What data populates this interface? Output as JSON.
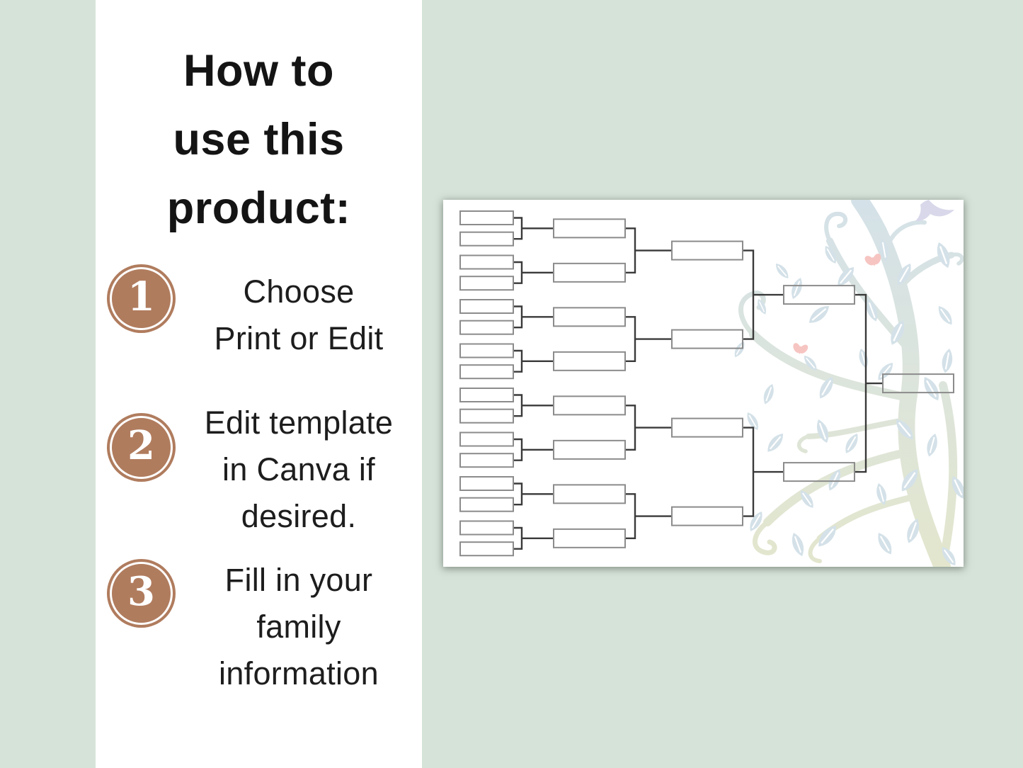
{
  "colors": {
    "background_green": "#d6e3d9",
    "panel_white": "#ffffff",
    "badge_brown": "#b07c5e",
    "heading_text": "#141414",
    "body_text": "#1d1d1d",
    "chart_line": "#3a3a3a",
    "chart_box_border": "#8c8c8c",
    "tree_teal": "#d5e1e7",
    "tree_olive": "#e2e6cf",
    "butterfly_pink": "#f6c5c2",
    "bird_lavender": "#d8d8ea"
  },
  "instructions": {
    "title_lines": [
      "How to",
      "use this",
      "product:"
    ],
    "steps": [
      {
        "number": "1",
        "lines": [
          "Choose",
          "Print or Edit"
        ]
      },
      {
        "number": "2",
        "lines": [
          "Edit template",
          "in Canva if",
          "desired."
        ]
      },
      {
        "number": "3",
        "lines": [
          "Fill in your",
          "family",
          "information"
        ]
      }
    ]
  },
  "pedigree_chart": {
    "description": "Blank 5-generation family tree pedigree chart on a white card with pastel tree, butterflies and bird decoration",
    "generation_sizes": [
      16,
      8,
      4,
      2,
      1
    ],
    "all_boxes_empty": true,
    "decoration_icons": [
      "tree-illustration",
      "butterfly-icon",
      "bird-icon"
    ]
  }
}
